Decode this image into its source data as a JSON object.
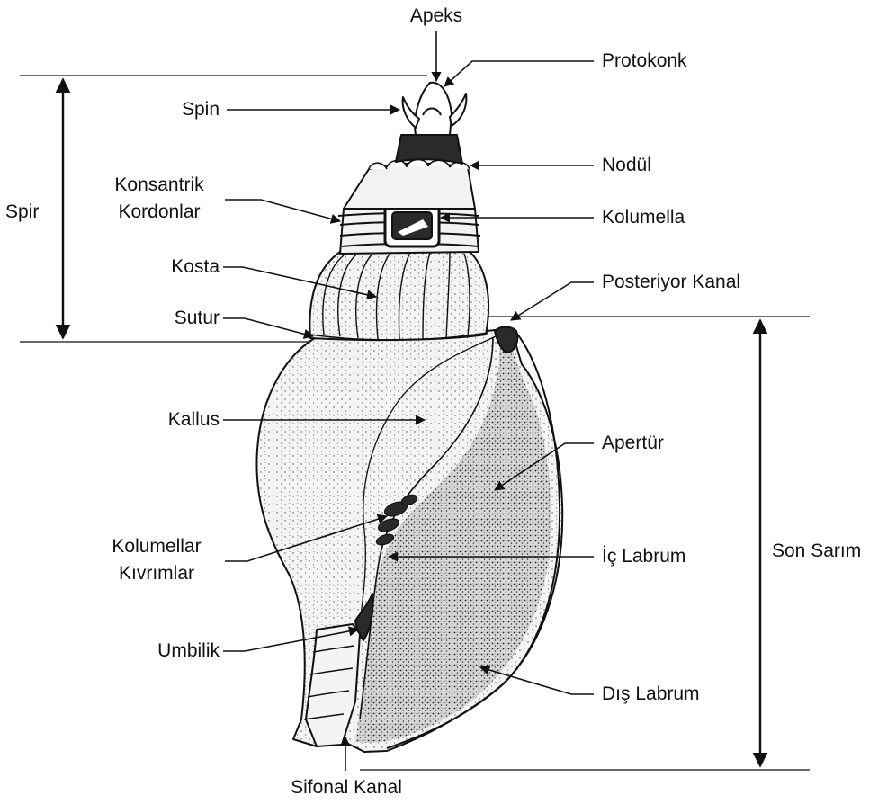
{
  "labels": {
    "apeks": "Apeks",
    "protokonk": "Protokonk",
    "spin": "Spin",
    "spir": "Spir",
    "nodul": "Nodül",
    "konsantrik_line1": "Konsantrik",
    "konsantrik_line2": "Kordonlar",
    "kolumella": "Kolumella",
    "kosta": "Kosta",
    "posteriyor_kanal": "Posteriyor Kanal",
    "sutur": "Sutur",
    "kallus": "Kallus",
    "apertur": "Apertür",
    "kolumellar_line1": "Kolumellar",
    "kolumellar_line2": "Kıvrımlar",
    "ic_labrum": "İç Labrum",
    "son_sarim": "Son Sarım",
    "umbilik": "Umbilik",
    "dis_labrum": "Dış Labrum",
    "sifonal_kanal": "Sifonal Kanal"
  },
  "colors": {
    "ink": "#111111",
    "shell_fill": "#f7f7f7",
    "aperture_fill": "#cfcfcf",
    "dark_fill": "#2a2a2a"
  }
}
